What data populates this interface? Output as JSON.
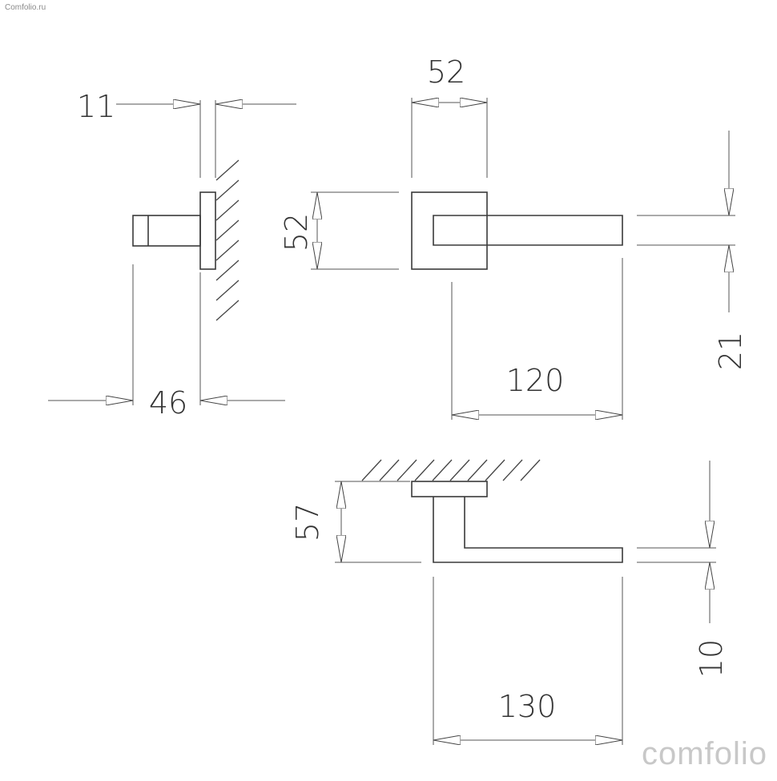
{
  "watermark": {
    "top": "Comfolio.ru",
    "bottom": "comfolio"
  },
  "dimensions": {
    "rose_thickness": "11",
    "projection": "46",
    "rose_width": "52",
    "rose_height": "52",
    "handle_length": "120",
    "handle_thickness": "21",
    "side_height": "57",
    "side_length": "130",
    "side_thickness": "10"
  }
}
